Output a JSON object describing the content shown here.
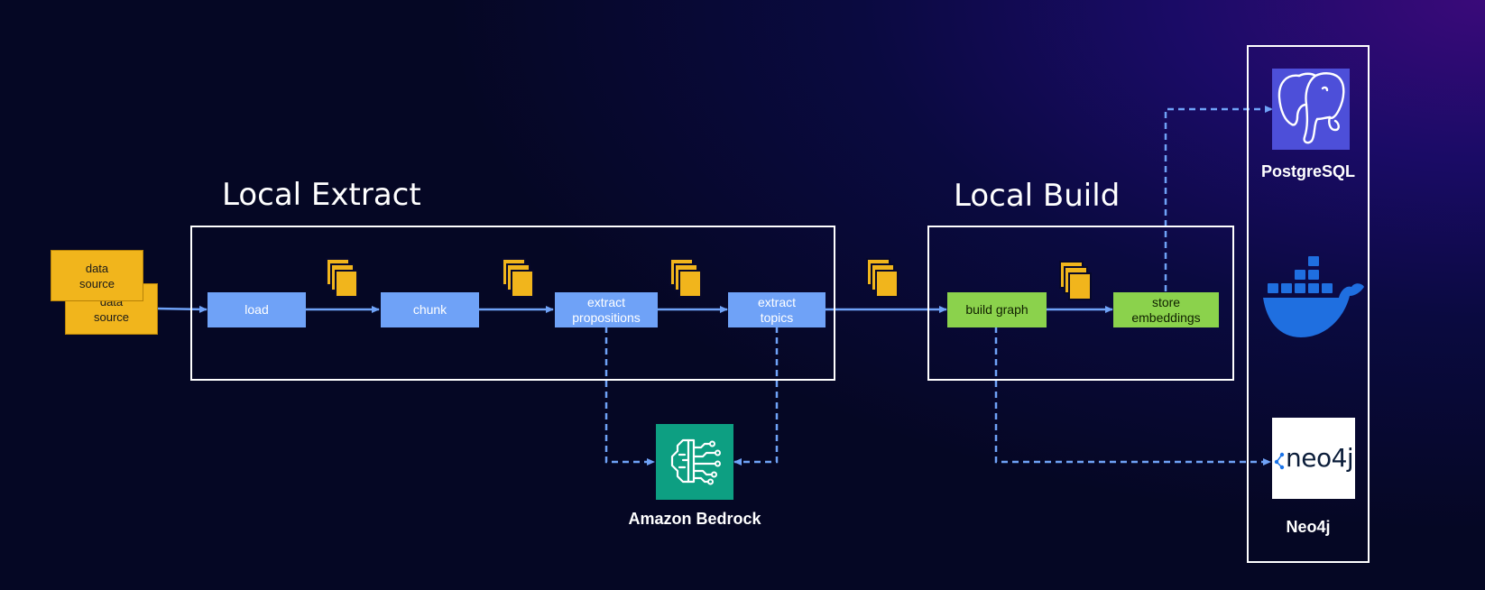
{
  "sections": {
    "extract_title": "Local Extract",
    "build_title": "Local Build"
  },
  "data_sources": [
    "data\nsource",
    "data\nsource"
  ],
  "extract_steps": {
    "load": "load",
    "chunk": "chunk",
    "propositions": "extract\npropositions",
    "topics": "extract\ntopics"
  },
  "build_steps": {
    "graph": "build graph",
    "embeddings": "store\nembeddings"
  },
  "services": {
    "bedrock": "Amazon Bedrock",
    "postgres": "PostgreSQL",
    "neo4j": "Neo4j",
    "neo4j_logo_text": "neo4j"
  },
  "colors": {
    "step_blue": "#6fa2f7",
    "step_green": "#8bd24c",
    "data_source": "#f1b51c",
    "doc_icon": "#f1b51c",
    "arrow": "#6fa2f7",
    "bedrock_bg": "#0d9f82",
    "postgres_bg": "#4d4fd9",
    "docker_blue": "#1f6fe0"
  }
}
